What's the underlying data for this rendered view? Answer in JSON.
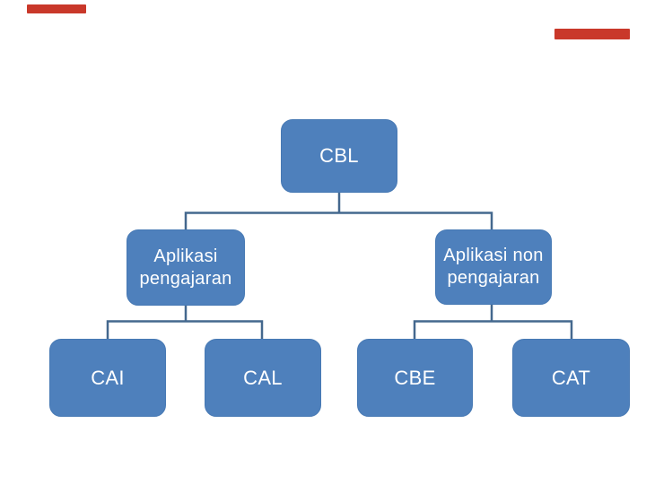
{
  "colors": {
    "background": "#ffffff",
    "node_fill": "#4e80bc",
    "node_border": "#4779b4",
    "node_text": "#ffffff",
    "connector": "#44688e",
    "accent_bar": "#c9382a"
  },
  "diagram": {
    "type": "hierarchy",
    "root": {
      "label": "CBL",
      "children": [
        {
          "label": "Aplikasi pengajaran",
          "children": [
            {
              "label": "CAI"
            },
            {
              "label": "CAL"
            }
          ]
        },
        {
          "label": "Aplikasi non pengajaran",
          "children": [
            {
              "label": "CBE"
            },
            {
              "label": "CAT"
            }
          ]
        }
      ]
    }
  }
}
